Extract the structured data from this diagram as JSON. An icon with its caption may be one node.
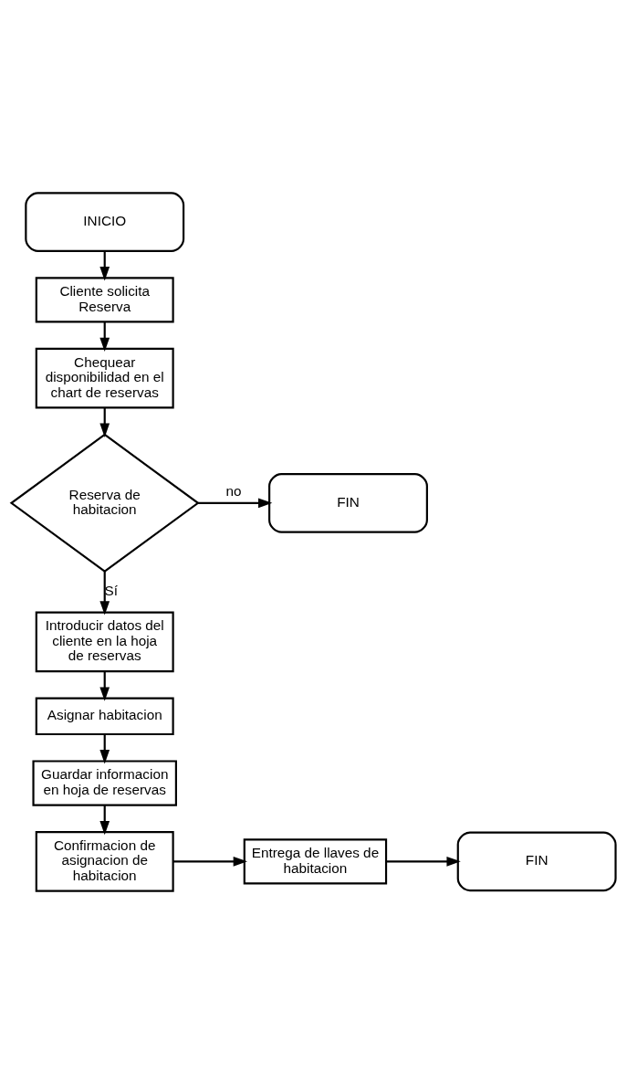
{
  "diagram": {
    "nodes": [
      {
        "text": [
          "INICIO"
        ]
      },
      {
        "text": [
          "Cliente solicita Reserva"
        ]
      },
      {
        "text": [
          "Chequear disponibilidad en el chart de reservas"
        ]
      },
      {
        "text": [
          "Reserva de habitacion"
        ]
      },
      {
        "text": [
          "FIN"
        ]
      },
      {
        "text": [
          "Introducir datos del cliente en la hoja de reservas"
        ]
      },
      {
        "text": [
          "Asignar habitacion"
        ]
      },
      {
        "text": [
          "Guardar informacion en hoja de reservas"
        ]
      },
      {
        "text": [
          "Confirmacion de asignacion de habitacion"
        ]
      },
      {
        "text": [
          "Entrega de llaves de habitacion"
        ]
      },
      {
        "text": [
          "FIN"
        ]
      }
    ],
    "edges": [
      {
        "from": 0,
        "to": 1,
        "arrow": "to"
      },
      {
        "from": 1,
        "to": 2,
        "arrow": "to"
      },
      {
        "from": 2,
        "to": 3,
        "arrow": "to"
      },
      {
        "from": 3,
        "to": 4,
        "arrow": "to",
        "label": "no"
      },
      {
        "from": 3,
        "to": 5,
        "arrow": "to",
        "label": "Sí"
      },
      {
        "from": 5,
        "to": 6,
        "arrow": "to"
      },
      {
        "from": 6,
        "to": 7,
        "arrow": "to"
      },
      {
        "from": 7,
        "to": 8,
        "arrow": "to"
      },
      {
        "from": 8,
        "to": 9,
        "arrow": "to"
      },
      {
        "from": 9,
        "to": 10,
        "arrow": "to"
      }
    ]
  }
}
